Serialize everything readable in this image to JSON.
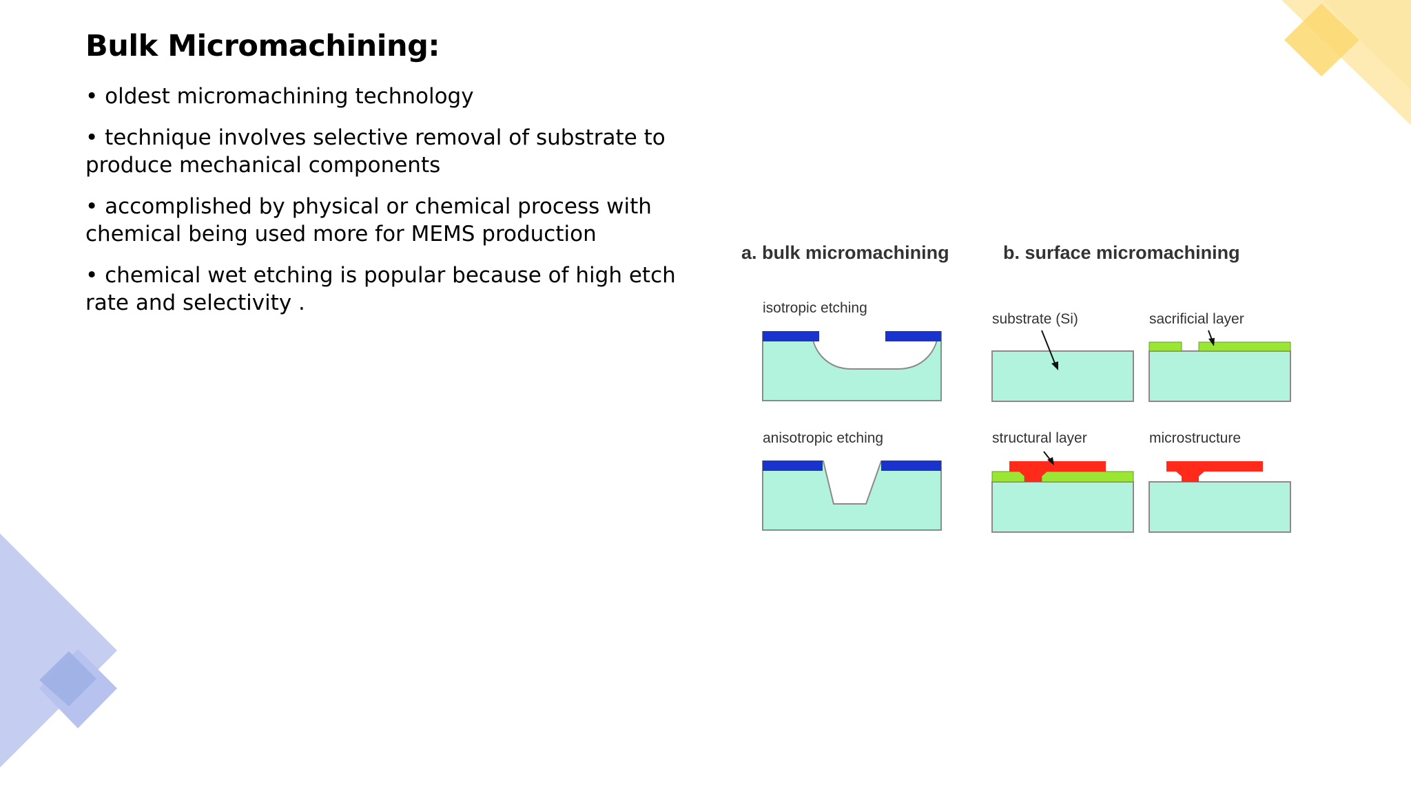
{
  "slide": {
    "title": "Bulk Micromachining:",
    "bullets": [
      "• oldest micromachining technology",
      "• technique involves selective removal of substrate to produce mechanical components",
      "• accomplished by physical or chemical process with chemical being used more for MEMS production",
      "• chemical wet etching is popular because of high etch rate and selectivity ."
    ]
  },
  "figure": {
    "panel_a_title": "a.  bulk micromachining",
    "panel_b_title": "b.  surface micromachining",
    "labels": {
      "isotropic": "isotropic etching",
      "anisotropic": "anisotropic etching",
      "substrate": "substrate (Si)",
      "sacrificial": "sacrificial layer",
      "structural": "structural layer",
      "microstructure": "microstructure"
    },
    "colors": {
      "substrate": "#b1f3dc",
      "mask": "#1a33cc",
      "sacrificial_layer": "#99e633",
      "structural_layer": "#ff2a1a"
    }
  },
  "theme": {
    "accent_yellow": "#fde49a",
    "accent_blue": "#c5cdf0"
  }
}
